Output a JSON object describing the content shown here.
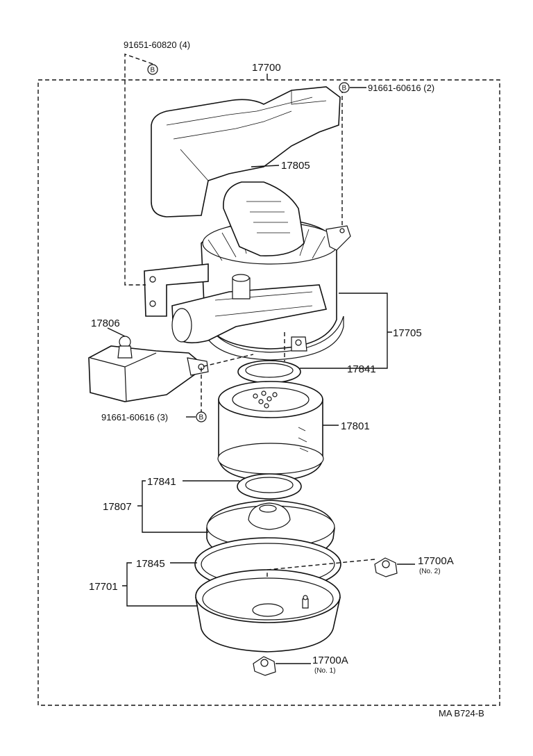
{
  "diagram": {
    "assembly_label": "17700",
    "drawing_code": "MA  B724-B",
    "callouts": {
      "bolt_top": "91651-60820 (4)",
      "bolt_right": "91661-60616 (2)",
      "bolt_left": "91661-60616 (3)",
      "inlet_duct": "17805",
      "resonator": "17806",
      "housing": "17705",
      "gasket_upper": "17841",
      "element": "17801",
      "gasket_lower": "17841",
      "cap_assy": "17807",
      "clamp_ring": "17845",
      "case_assy": "17701",
      "wing_nut_no2": "17700A",
      "wing_nut_no2_sub": "(No. 2)",
      "wing_nut_no1": "17700A",
      "wing_nut_no1_sub": "(No. 1)"
    },
    "bolt_mark": "B"
  }
}
